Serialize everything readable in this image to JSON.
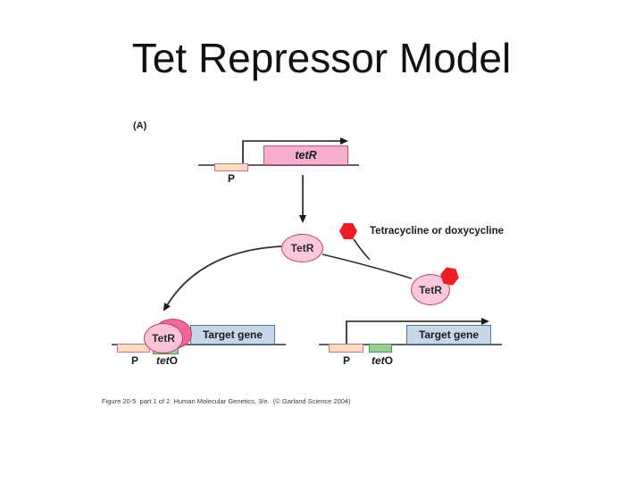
{
  "title": "Tet Repressor Model",
  "figure": {
    "panel_label": "(A)",
    "tetr_gene_label": "tetR",
    "promoter_label": "P",
    "operator_prefix": "tet",
    "operator_suffix": "O",
    "repressor_label": "TetR",
    "target_gene_label": "Target gene",
    "ligand_label": "Tetracycline or doxycycline",
    "caption": "Figure 20-5  part 1 of 2  Human Molecular Genetics, 3/e.  (© Garland Science 2004)"
  },
  "colors": {
    "gene_pink_fill": "#f6afce",
    "gene_pink_border": "#c94e6e",
    "promoter_fill": "#fbdcbc",
    "promoter_border": "#cc6f9e",
    "operator_fill": "#99cd90",
    "operator_border": "#4e9b57",
    "target_gene_fill": "#c6d7ea",
    "target_gene_border": "#54749e",
    "repressor_oval_fill": "#f9c8dd",
    "repressor_dimer_back_fill": "#f2679a",
    "repressor_oval_border": "#c2405e",
    "ligand_red": "#ee1c25",
    "line_color": "#2e2e2e"
  }
}
